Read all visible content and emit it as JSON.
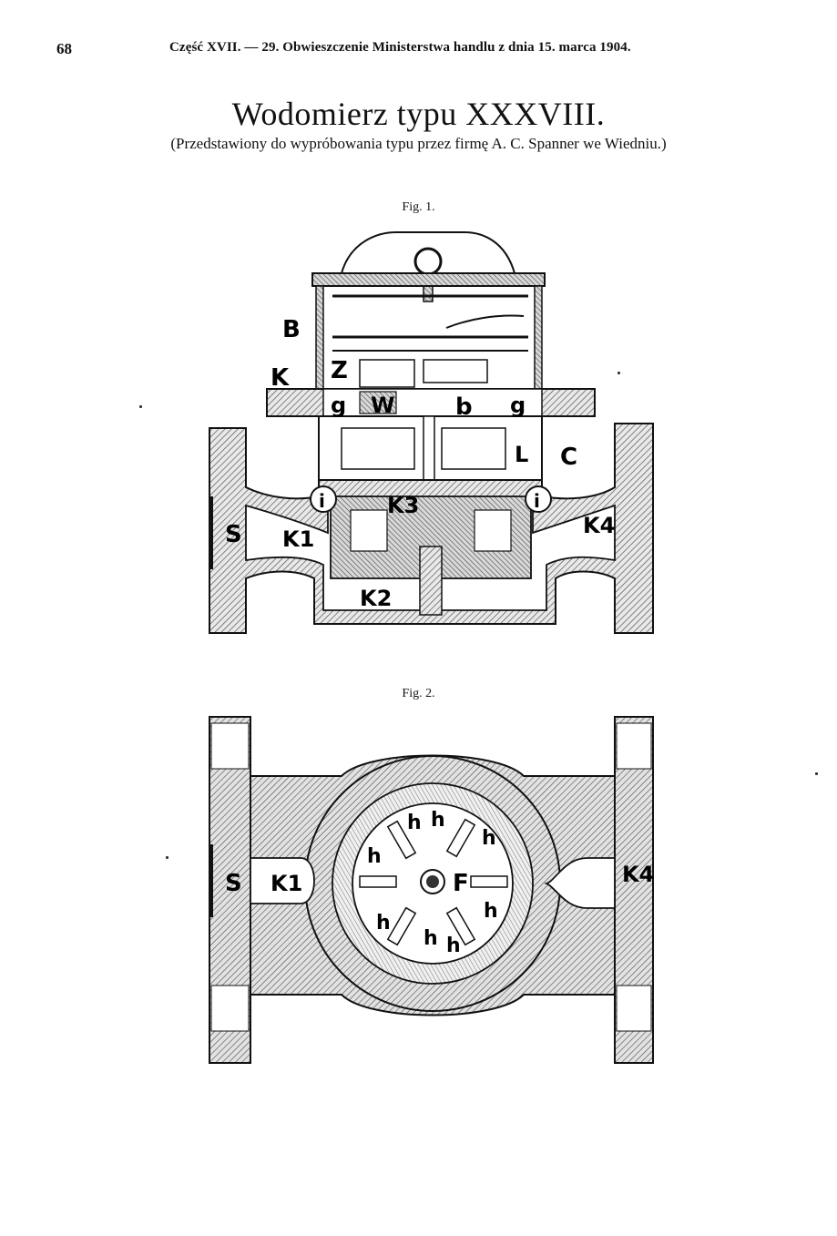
{
  "header": {
    "page_number": "68",
    "running_head": "Część XVII. — 29. Obwieszczenie Ministerstwa handlu z dnia 15. marca 1904."
  },
  "title": "Wodomierz typu XXXVIII.",
  "subtitle": "(Przedstawiony do wypróbowania typu przez firmę A. C. Spanner we Wiedniu.)",
  "figure1": {
    "caption": "Fig. 1.",
    "labels": {
      "B": "B",
      "K": "K",
      "Z": "Z",
      "g_left": "g",
      "W": "W",
      "b": "b",
      "g_right": "g",
      "C": "C",
      "L": "L",
      "i_left": "i",
      "i_right": "i",
      "K3": "K3",
      "S": "S",
      "K1": "K1",
      "K4": "K4",
      "K2": "K2"
    }
  },
  "figure2": {
    "caption": "Fig. 2.",
    "labels": {
      "S": "S",
      "K1": "K1",
      "K4": "K4",
      "F": "F",
      "h1": "h",
      "h2": "h",
      "h3": "h",
      "h4": "h",
      "h5": "h",
      "h6": "h",
      "h7": "h",
      "h8": "h"
    }
  },
  "colors": {
    "ink": "#111111",
    "paper": "#ffffff",
    "hatch": "#555555"
  }
}
